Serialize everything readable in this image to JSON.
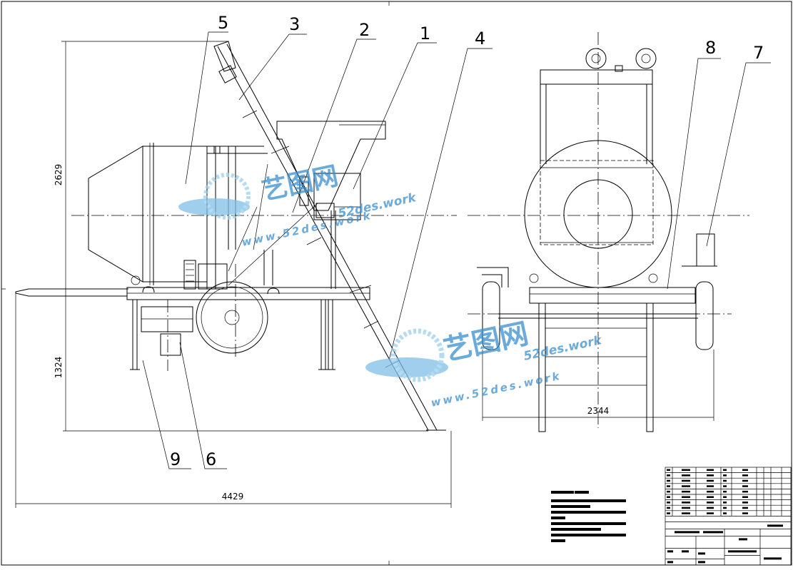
{
  "drawing": {
    "balloons": [
      "1",
      "2",
      "3",
      "4",
      "5",
      "6",
      "7",
      "8",
      "9"
    ],
    "dimensions": {
      "overall_height": "2629",
      "lower_height": "1324",
      "overall_length": "4429",
      "width": "2344"
    }
  },
  "watermark": {
    "brand": "艺图网",
    "domain": "52des.work",
    "url": "www.52des.work"
  },
  "title_block": {
    "rows": 9
  }
}
